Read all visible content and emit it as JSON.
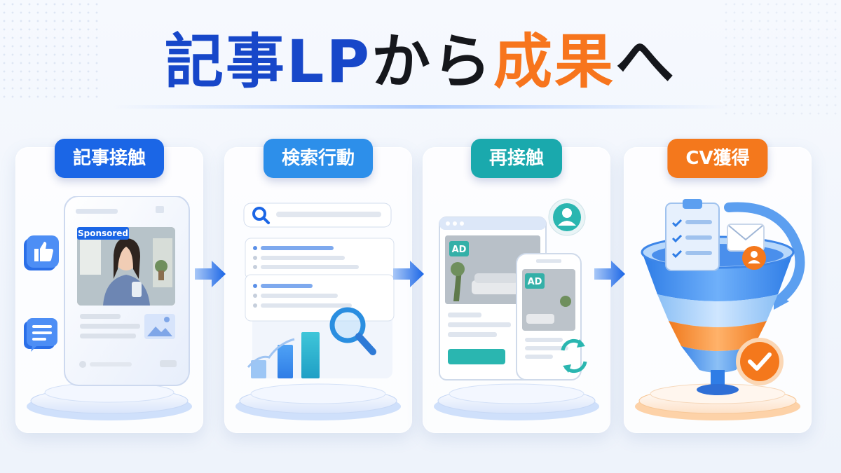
{
  "title": {
    "part1": "記事LP",
    "part2": "から",
    "part3": "成果",
    "part4": "へ"
  },
  "steps": [
    {
      "label": "記事接触",
      "color": "#1b66e6",
      "icon": "smartphone-article-icon",
      "sponsored": "Sponsored"
    },
    {
      "label": "検索行動",
      "color": "#2d8fea",
      "icon": "search-results-icon"
    },
    {
      "label": "再接触",
      "color": "#1aa9ad",
      "icon": "retargeting-ad-icon",
      "ad1": "AD",
      "ad2": "AD"
    },
    {
      "label": "CV獲得",
      "color": "#f4781c",
      "icon": "conversion-funnel-icon"
    }
  ],
  "colors": {
    "blue": "#1747c9",
    "orange": "#f7751d",
    "black": "#15171c"
  }
}
